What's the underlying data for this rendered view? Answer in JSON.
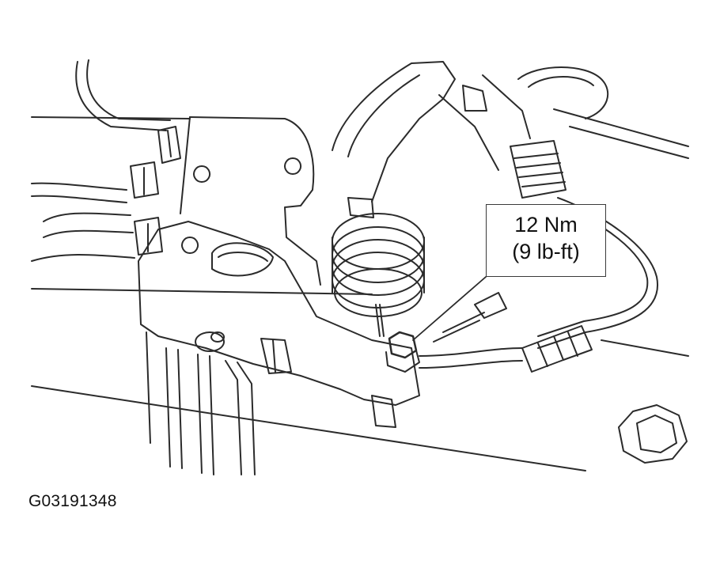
{
  "callout": {
    "torque_metric": "12 Nm",
    "torque_imperial": "(9 lb-ft)"
  },
  "figure_id": "G03191348",
  "colors": {
    "line": "#2b2b2b",
    "background": "#ffffff"
  }
}
